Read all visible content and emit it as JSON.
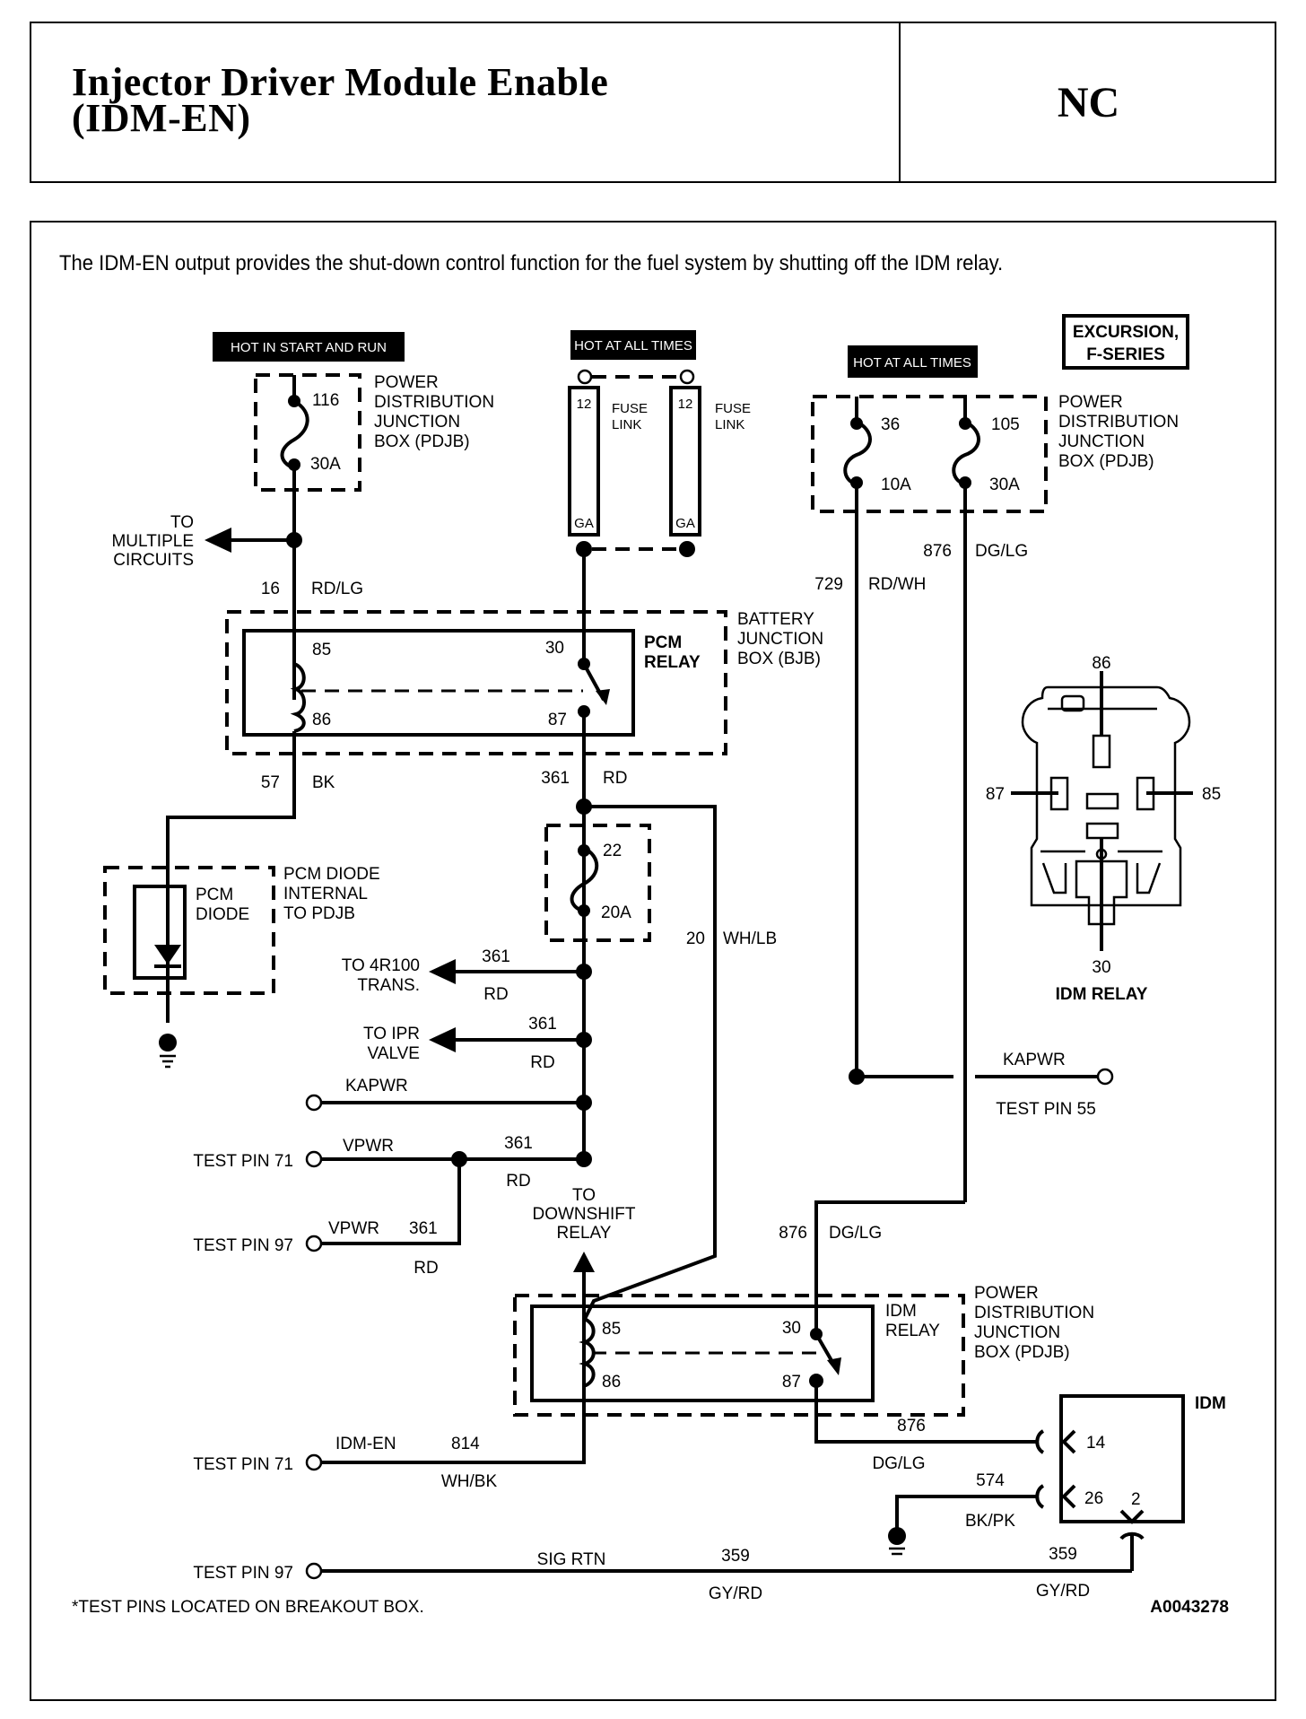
{
  "header": {
    "title_line1": "Injector Driver Module Enable",
    "title_line2": "(IDM-EN)",
    "code": "NC"
  },
  "description": "The IDM-EN output provides the shut-down control function for the fuel system by shutting off the IDM relay.",
  "vehicle_tag": {
    "line1": "EXCURSION,",
    "line2": "F-SERIES"
  },
  "power_tags": {
    "hot_start_run": "HOT IN START AND RUN",
    "hot_all_times_1": "HOT AT ALL TIMES",
    "hot_all_times_2": "HOT AT ALL TIMES"
  },
  "pdjb_left": {
    "fuse_number": "116",
    "fuse_rating": "30A",
    "label": [
      "POWER",
      "DISTRIBUTION",
      "JUNCTION",
      "BOX (PDJB)"
    ]
  },
  "fuse_links": {
    "left": {
      "gauge_top": "12",
      "gauge_bottom": "GA",
      "label": [
        "FUSE",
        "LINK"
      ]
    },
    "right": {
      "gauge_top": "12",
      "gauge_bottom": "GA",
      "label": [
        "FUSE",
        "LINK"
      ]
    }
  },
  "pdjb_right": {
    "fuse_a_number": "36",
    "fuse_a_rating": "10A",
    "fuse_b_number": "105",
    "fuse_b_rating": "30A",
    "label": [
      "POWER",
      "DISTRIBUTION",
      "JUNCTION",
      "BOX (PDJB)"
    ]
  },
  "to_multiple": [
    "TO",
    "MULTIPLE",
    "CIRCUITS"
  ],
  "pcm_relay": {
    "name": [
      "PCM",
      "RELAY"
    ],
    "pins": {
      "p85": "85",
      "p86": "86",
      "p30": "30",
      "p87": "87"
    },
    "box_label": [
      "BATTERY",
      "JUNCTION",
      "BOX (BJB)"
    ]
  },
  "pcm_diode": {
    "name": [
      "PCM",
      "DIODE"
    ],
    "box_label": [
      "PCM DIODE",
      "INTERNAL",
      "TO PDJB"
    ]
  },
  "fuse_22": {
    "number": "22",
    "rating": "20A"
  },
  "destinations": {
    "trans": [
      "TO 4R100",
      "TRANS."
    ],
    "ipr": [
      "TO IPR",
      "VALVE"
    ],
    "downshift": [
      "TO",
      "DOWNSHIFT",
      "RELAY"
    ]
  },
  "circuits": {
    "c16": {
      "num": "16",
      "color": "RD/LG"
    },
    "c57": {
      "num": "57",
      "color": "BK"
    },
    "c361_main": {
      "num": "361",
      "color": "RD"
    },
    "c361_trans": {
      "num": "361",
      "color": "RD"
    },
    "c361_ipr": {
      "num": "361",
      "color": "RD"
    },
    "c361_vpwr71": {
      "num": "361",
      "color": "RD"
    },
    "c361_vpwr97": {
      "num": "361",
      "color": "RD"
    },
    "c20": {
      "num": "20",
      "color": "WH/LB"
    },
    "c729": {
      "num": "729",
      "color": "RD/WH"
    },
    "c876_top": {
      "num": "876",
      "color": "DG/LG"
    },
    "c876_mid": {
      "num": "876",
      "color": "DG/LG"
    },
    "c876_out": {
      "num": "876",
      "color": "DG/LG"
    },
    "c814": {
      "num": "814",
      "color": "WH/BK"
    },
    "c574": {
      "num": "574",
      "color": "BK/PK"
    },
    "c359_left": {
      "num": "359",
      "color": "GY/RD"
    },
    "c359_right": {
      "num": "359",
      "color": "GY/RD"
    }
  },
  "signals": {
    "kapwr_left": "KAPWR",
    "vpwr_71": "VPWR",
    "vpwr_97": "VPWR",
    "kapwr_right": "KAPWR",
    "idm_en": "IDM-EN",
    "sig_rtn": "SIG RTN"
  },
  "test_pins": {
    "tp71_a": "TEST PIN 71",
    "tp97_a": "TEST PIN 97",
    "tp55": "TEST PIN 55",
    "tp71_b": "TEST PIN 71",
    "tp97_b": "TEST PIN 97"
  },
  "idm_relay_detail": {
    "pins": {
      "p86": "86",
      "p87": "87",
      "p85": "85",
      "p30": "30"
    },
    "caption": "IDM RELAY"
  },
  "idm_relay": {
    "name": [
      "IDM",
      "RELAY"
    ],
    "pins": {
      "p85": "85",
      "p86": "86",
      "p30": "30",
      "p87": "87"
    },
    "box_label": [
      "POWER",
      "DISTRIBUTION",
      "JUNCTION",
      "BOX (PDJB)"
    ]
  },
  "idm_module": {
    "name": "IDM",
    "pins": {
      "p14": "14",
      "p26": "26",
      "p2": "2"
    }
  },
  "footnote": "*TEST PINS LOCATED ON BREAKOUT BOX.",
  "figure_id": "A0043278"
}
